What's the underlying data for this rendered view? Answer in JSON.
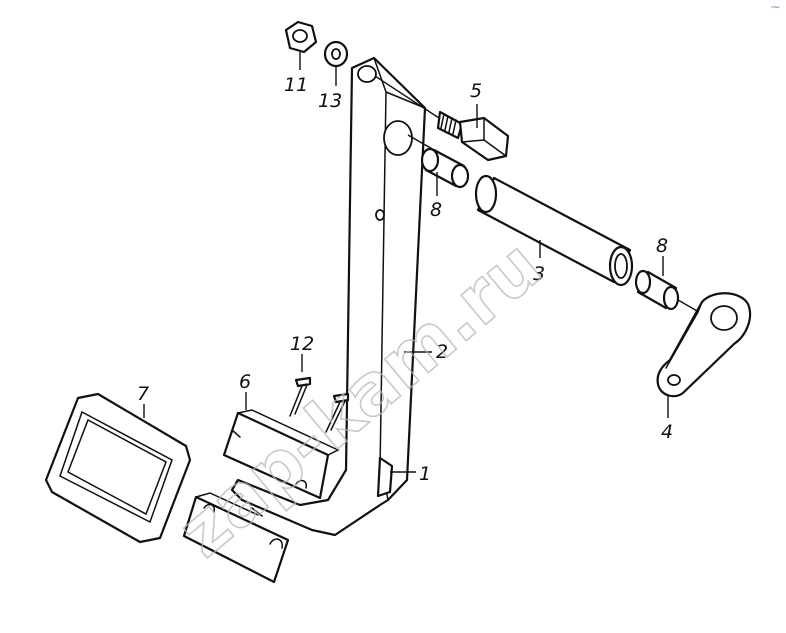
{
  "diagram": {
    "watermark_text": "zap-kam.ru",
    "callouts": {
      "p1": "1",
      "p2": "2",
      "p3": "3",
      "p4": "4",
      "p5": "5",
      "p6": "6",
      "p7": "7",
      "p8a": "8",
      "p8b": "8",
      "p11": "11",
      "p12": "12",
      "p13": "13"
    }
  }
}
